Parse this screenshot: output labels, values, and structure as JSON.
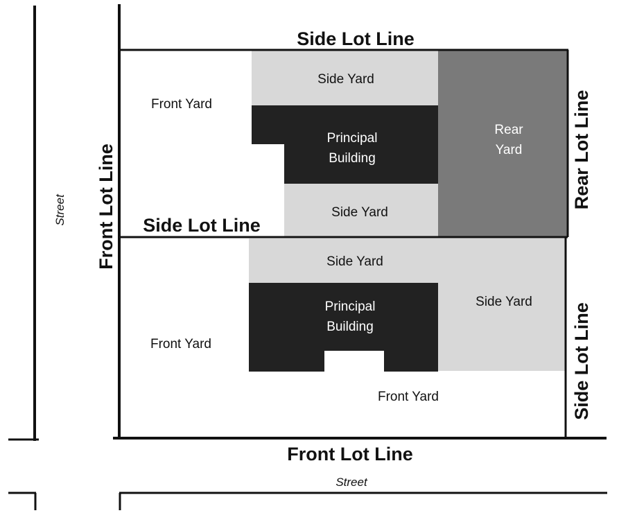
{
  "labels": {
    "side_lot_line_top": "Side Lot Line",
    "side_lot_line_middle": "Side Lot Line",
    "side_lot_line_right": "Side Lot Line",
    "front_lot_line_left": "Front Lot Line",
    "front_lot_line_bottom": "Front Lot Line",
    "rear_lot_line": "Rear Lot Line",
    "street_left": "Street",
    "street_bottom": "Street"
  },
  "upper_lot": {
    "front_yard": "Front Yard",
    "side_yard_top": "Side Yard",
    "side_yard_bottom": "Side Yard",
    "building_line1": "Principal",
    "building_line2": "Building",
    "rear_yard_line1": "Rear",
    "rear_yard_line2": "Yard"
  },
  "lower_lot": {
    "side_yard_top": "Side Yard",
    "side_yard_right": "Side Yard",
    "front_yard_left": "Front Yard",
    "front_yard_bottom": "Front Yard",
    "building_line1": "Principal",
    "building_line2": "Building"
  },
  "colors": {
    "side_yard": "#d8d8d8",
    "building": "#222222",
    "rear_yard": "#7a7a7a",
    "line": "#111111"
  }
}
